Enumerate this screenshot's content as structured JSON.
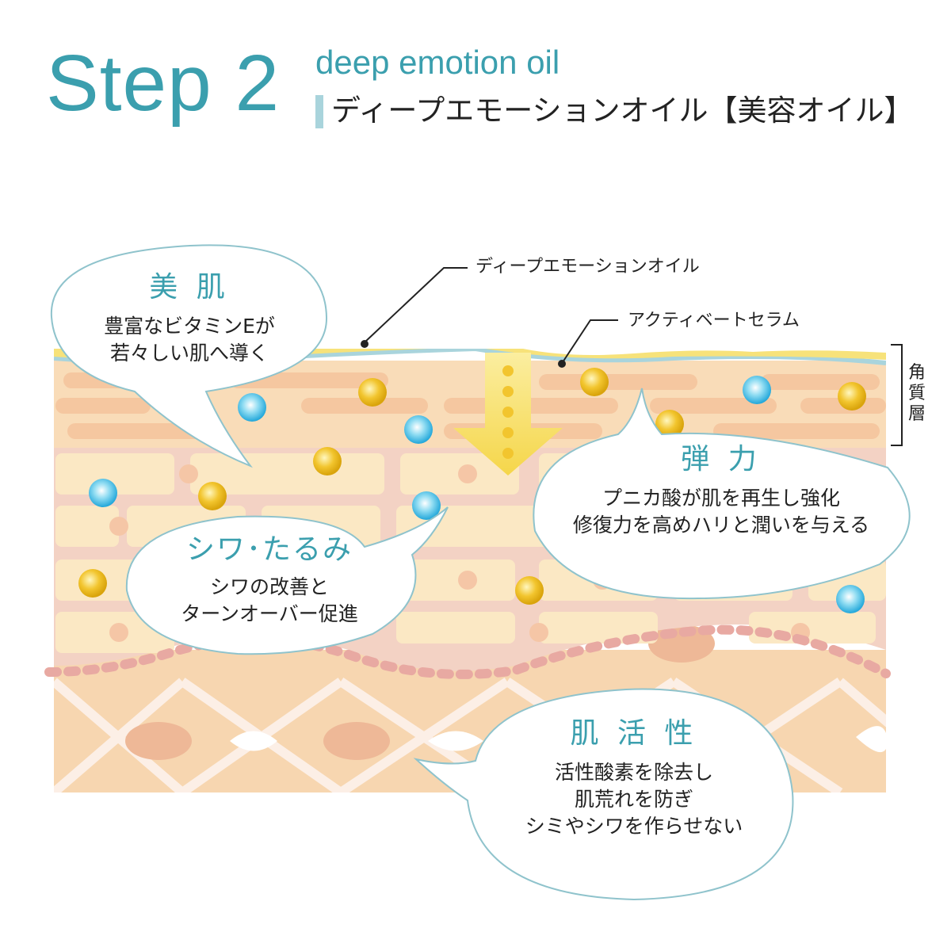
{
  "header": {
    "step": "Step 2",
    "subtitle_en": "deep emotion oil",
    "subtitle_jp": "ディープエモーションオイル【美容オイル】"
  },
  "labels": {
    "oil_layer": "ディープエモーションオイル",
    "serum_layer": "アクティベートセラム",
    "stratum": "角質層"
  },
  "bubbles": [
    {
      "title": "美 肌",
      "lines": [
        "豊富なビタミンEが",
        "若々しい肌へ導く"
      ]
    },
    {
      "title": "弾 力",
      "lines": [
        "プニカ酸が肌を再生し強化",
        "修復力を高めハリと潤いを与える"
      ]
    },
    {
      "title": "シワ･たるみ",
      "lines": [
        "シワの改善と",
        "ターンオーバー促進"
      ]
    },
    {
      "title": "肌 活 性",
      "lines": [
        "活性酸素を除去し",
        "肌荒れを防ぎ",
        "シミやシワを作らせない"
      ]
    }
  ],
  "colors": {
    "accent": "#3b9fae",
    "oil_yellow": "#f7e27a",
    "serum_blue": "#a9d4dc",
    "stratum": "#f9dcb8",
    "epidermis": "#f3d2c4",
    "dermis": "#f7d6b0",
    "cell": "#fbe8c4"
  }
}
